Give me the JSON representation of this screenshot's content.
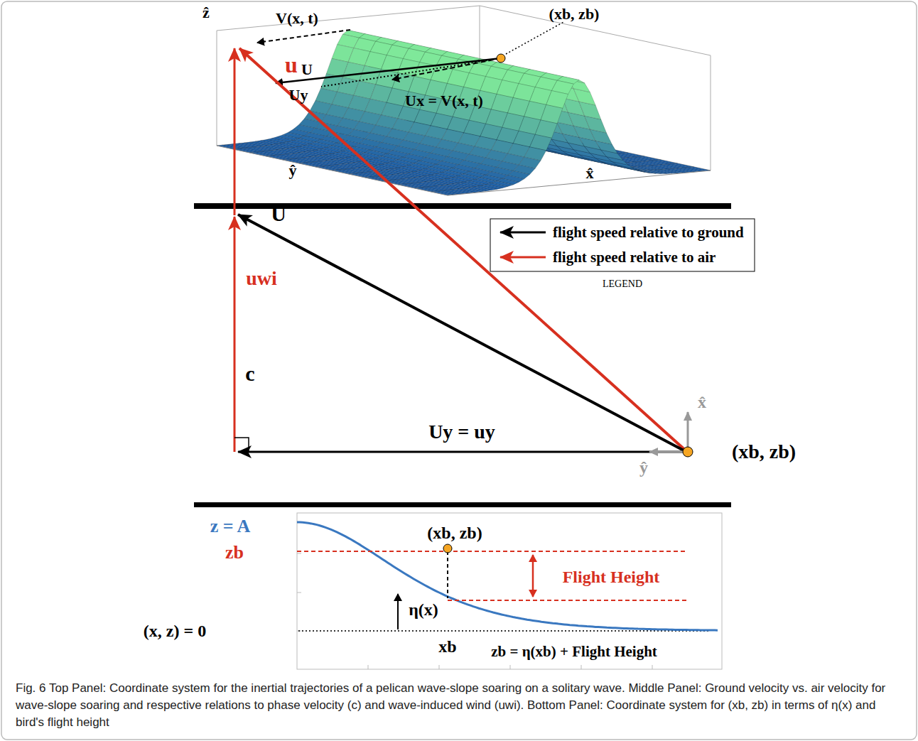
{
  "diagram": {
    "caption": "Fig. 6 Top Panel: Coordinate system for the inertial trajectories of a pelican wave-slope soaring on a solitary wave. Middle Panel: Ground velocity vs. air velocity for wave-slope soaring and respective relations to phase velocity (c) and wave-induced wind (uwi). Bottom Panel: Coordinate system for (xb, zb) in terms of η(x) and bird's flight height",
    "labels": [
      "V(x, t)",
      "(xb, zb)",
      "U",
      "Uy",
      "Ux = V(x, t)",
      "ẑ",
      "ŷ",
      "x̂",
      "u",
      "uwi",
      "U",
      "c",
      "Uy = uy",
      "x̂",
      "ŷ",
      "(xb, zb)",
      "LEGEND",
      "z = A",
      "zb",
      "(xb, zb)",
      "Flight Height",
      "η(x)",
      "(x, z) = 0",
      "xb",
      "zb = η(xb) + Flight Height"
    ],
    "legend": [
      {
        "text": "flight speed relative to ground"
      },
      {
        "text": "flight speed relative to air"
      }
    ]
  }
}
